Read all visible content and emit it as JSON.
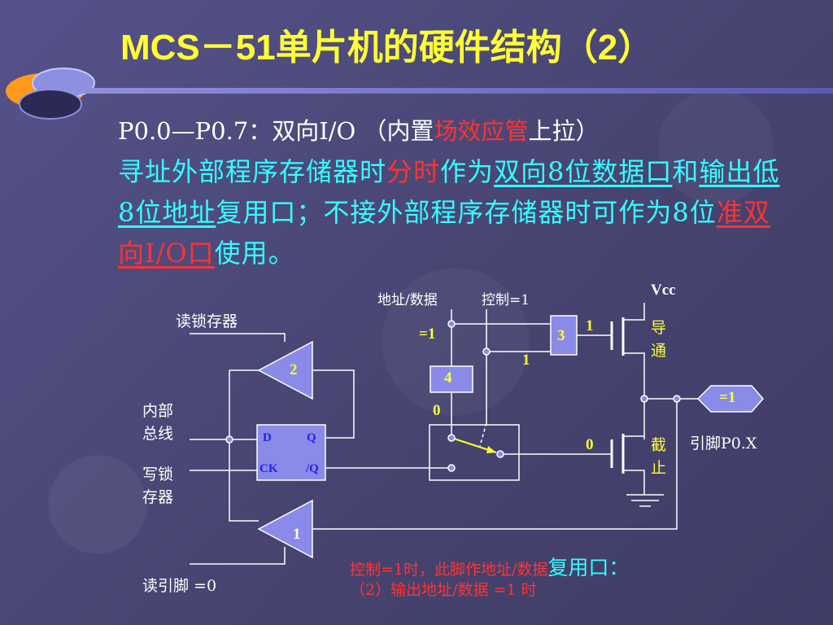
{
  "slide": {
    "title": "MCS－51单片机的硬件结构（2）"
  },
  "intro": {
    "part1": "P0.0—P0.7：双向I/O （内置",
    "part2": "场效应管",
    "part3": "上拉）"
  },
  "paragraph": {
    "s1": "寻址外部程序存储器时",
    "s2": "分时",
    "s3": "作为",
    "s4": "双向8位数据口",
    "s5": "和",
    "s6": "输出低8位地址",
    "s7": "复用口；不接外部程序存储器时可作为8位",
    "s8": "准双向I/O口",
    "s9": "使用。"
  },
  "diagram": {
    "read_latch": "读锁存器",
    "internal_bus_1": "内部",
    "internal_bus_2": "总线",
    "write_latch_1": "写锁",
    "write_latch_2": "存器",
    "read_pin": "读引脚 =0",
    "addr_data": "地址/数据",
    "control": "控制=1",
    "eq1_left": "=1",
    "vcc": "Vcc",
    "on_1": "导",
    "on_2": "通",
    "off_1": "截",
    "off_2": "止",
    "pin": "引脚P0.X",
    "pin_value": "=1",
    "buffer2": "2",
    "buffer1": "1",
    "gate3": "3",
    "gate4": "4",
    "d": "D",
    "q": "Q",
    "ck": "CK",
    "qbar": "/Q",
    "v1_top": "1",
    "v1_mid": "1",
    "v0_left": "0",
    "v0_fet": "0"
  },
  "notes": {
    "line1_a": "控制=1时，此脚作地址/数据",
    "line1_b": "复用口：",
    "line2": "（2）输出地址/数据 =1 时"
  },
  "colors": {
    "background": "#4d4a7a",
    "title": "#ffff33",
    "cyan_text": "#33ffff",
    "highlight": "#ff3333",
    "component_fill": "#8a8ae8",
    "wire": "#ffffff"
  }
}
